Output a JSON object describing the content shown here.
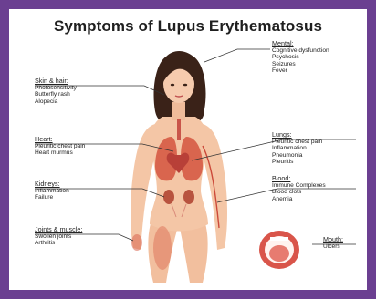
{
  "title": "Symptoms of Lupus Erythematosus",
  "colors": {
    "frame": "#6b3f91",
    "skin": "#f4c6a6",
    "hair": "#3a2218",
    "organ": "#d9654e",
    "label_text": "#222222"
  },
  "symptoms": {
    "mental": {
      "heading": "Mental:",
      "items": [
        "Cognitive dysfunction",
        "Psychosis",
        "Seizures",
        "Fever"
      ]
    },
    "skin_hair": {
      "heading": "Skin & hair:",
      "items": [
        "Photosensitivity",
        "Butterfly rash",
        "Alopecia"
      ]
    },
    "heart": {
      "heading": "Heart:",
      "items": [
        "Pleuritic chest pain",
        "Heart murmus"
      ]
    },
    "lungs": {
      "heading": "Lungs:",
      "items": [
        "Pleuritic chest pain",
        "Inflammation",
        "Pneumonia",
        "Pleuritis"
      ]
    },
    "kidneys": {
      "heading": "Kidneys:",
      "items": [
        "Inflammation",
        "Failure"
      ]
    },
    "blood": {
      "heading": "Blood:",
      "items": [
        "Immune Complexes",
        "Blood clots",
        "Anemia"
      ]
    },
    "joints": {
      "heading": "Joints & muscle:",
      "items": [
        "Swollen joints",
        "Arthritis"
      ]
    },
    "mouth": {
      "heading": "Mouth:",
      "items": [
        "Ulcers"
      ]
    }
  }
}
